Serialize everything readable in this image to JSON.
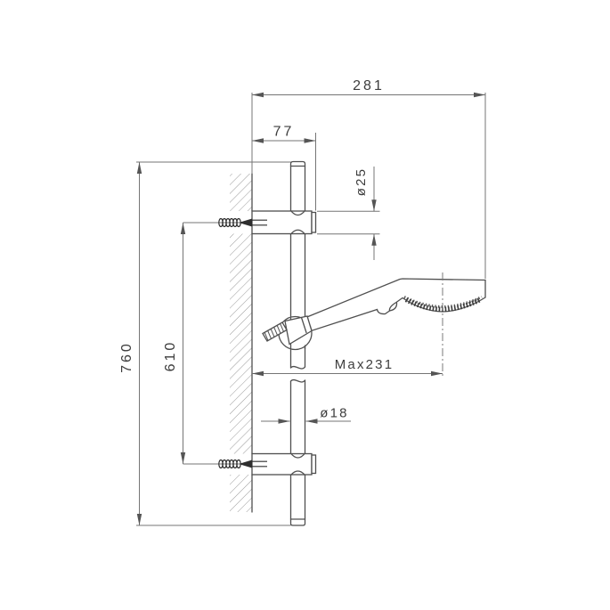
{
  "drawing": {
    "title": "Shower slide rail with hand shower - dimensional technical drawing",
    "background_color": "#ffffff",
    "line_color": "#4f4f4f",
    "dimension_line_color": "#757575",
    "text_color": "#3d3d3d",
    "dimensions": {
      "overall_reach": "281",
      "bracket_depth": "77",
      "bracket_diameter": "ø25",
      "max_head_reach": "Max231",
      "rail_diameter": "ø18",
      "bracket_spacing": "610",
      "rail_height": "760"
    }
  }
}
